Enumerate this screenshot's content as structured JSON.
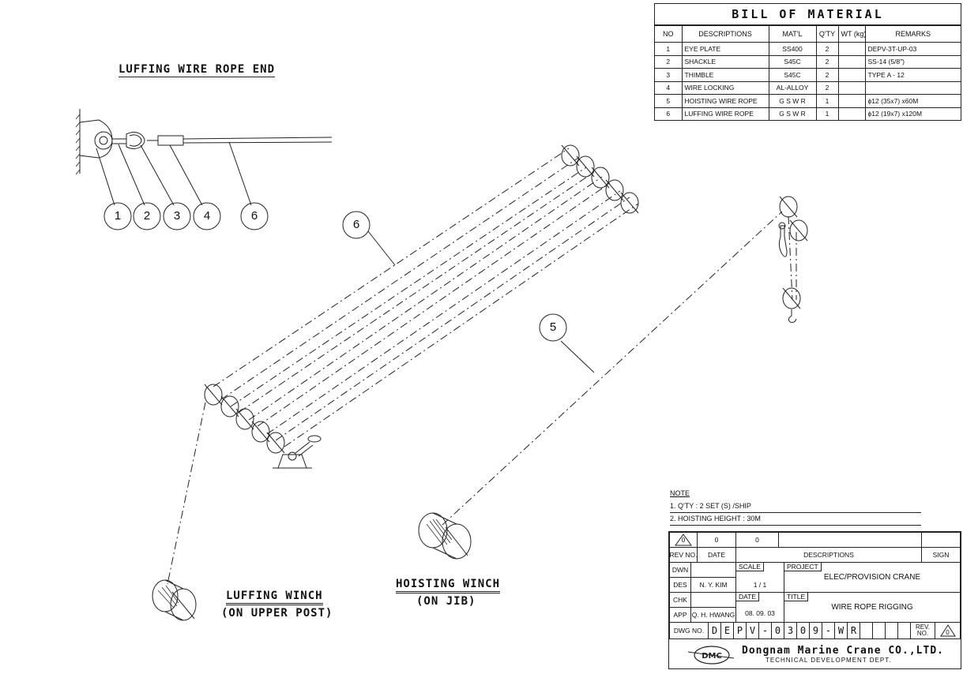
{
  "bom": {
    "title": "BILL OF MATERIAL",
    "headers": [
      "NO",
      "DESCRIPTIONS",
      "MAT'L",
      "Q'TY",
      "WT (kg)",
      "REMARKS"
    ],
    "rows": [
      [
        "1",
        "EYE PLATE",
        "SS400",
        "2",
        "",
        "DEPV-3T-UP-03"
      ],
      [
        "2",
        "SHACKLE",
        "S45C",
        "2",
        "",
        "SS-14 (5/8\")"
      ],
      [
        "3",
        "THIMBLE",
        "S45C",
        "2",
        "",
        "TYPE A - 12"
      ],
      [
        "4",
        "WIRE LOCKING",
        "AL-ALLOY",
        "2",
        "",
        ""
      ],
      [
        "5",
        "HOISTING WIRE ROPE",
        "G S W R",
        "1",
        "",
        "ϕ12 (35x7) x60M"
      ],
      [
        "6",
        "LUFFING WIRE ROPE",
        "G S W R",
        "1",
        "",
        "ϕ12 (19x7) x120M"
      ]
    ]
  },
  "labels": {
    "luffing_end": "LUFFING WIRE ROPE END",
    "luffing_winch": "LUFFING WINCH",
    "luffing_winch_sub": "(ON UPPER POST)",
    "hoisting_winch": "HOISTING WINCH",
    "hoisting_winch_sub": "(ON JIB)"
  },
  "balloons": {
    "detail": [
      "1",
      "2",
      "3",
      "4",
      "6"
    ],
    "luffing_rope": "6",
    "hoisting_rope": "5"
  },
  "notes": {
    "heading": "NOTE",
    "items": [
      "1. Q'TY : 2 SET (S) /SHIP",
      "2. HOISTING HEIGHT : 30M"
    ]
  },
  "title_block": {
    "rev_symbol": "0",
    "rev_no_value": "0",
    "rev_date_value": "0",
    "rev_no_label": "REV NO.",
    "date_label": "DATE",
    "descriptions_label": "DESCRIPTIONS",
    "sign_label": "SIGN",
    "dwn_label": "DWN",
    "des_label": "DES",
    "des_value": "N. Y. KIM",
    "chk_label": "CHK",
    "app_label": "APP",
    "app_value": "Q. H. HWANG",
    "scale_label": "SCALE",
    "scale_value": "1 / 1",
    "date_label2": "DATE",
    "date_value": "08. 09. 03",
    "project_label": "PROJECT",
    "project_value": "ELEC/PROVISION CRANE",
    "title_label": "TITLE",
    "title_value": "WIRE ROPE RIGGING",
    "dwg_no_label": "DWG NO.",
    "dwg_chars": [
      "D",
      "E",
      "P",
      "V",
      "-",
      "0",
      "3",
      "0",
      "9",
      "-",
      "W",
      "R",
      "",
      "",
      "",
      ""
    ],
    "rev_label": "REV. NO.",
    "rev_value": "0",
    "logo_text": "DMC",
    "company": "Dongnam Marine Crane CO.,LTD.",
    "dept": "TECHNICAL DEVELOPMENT DEPT."
  }
}
